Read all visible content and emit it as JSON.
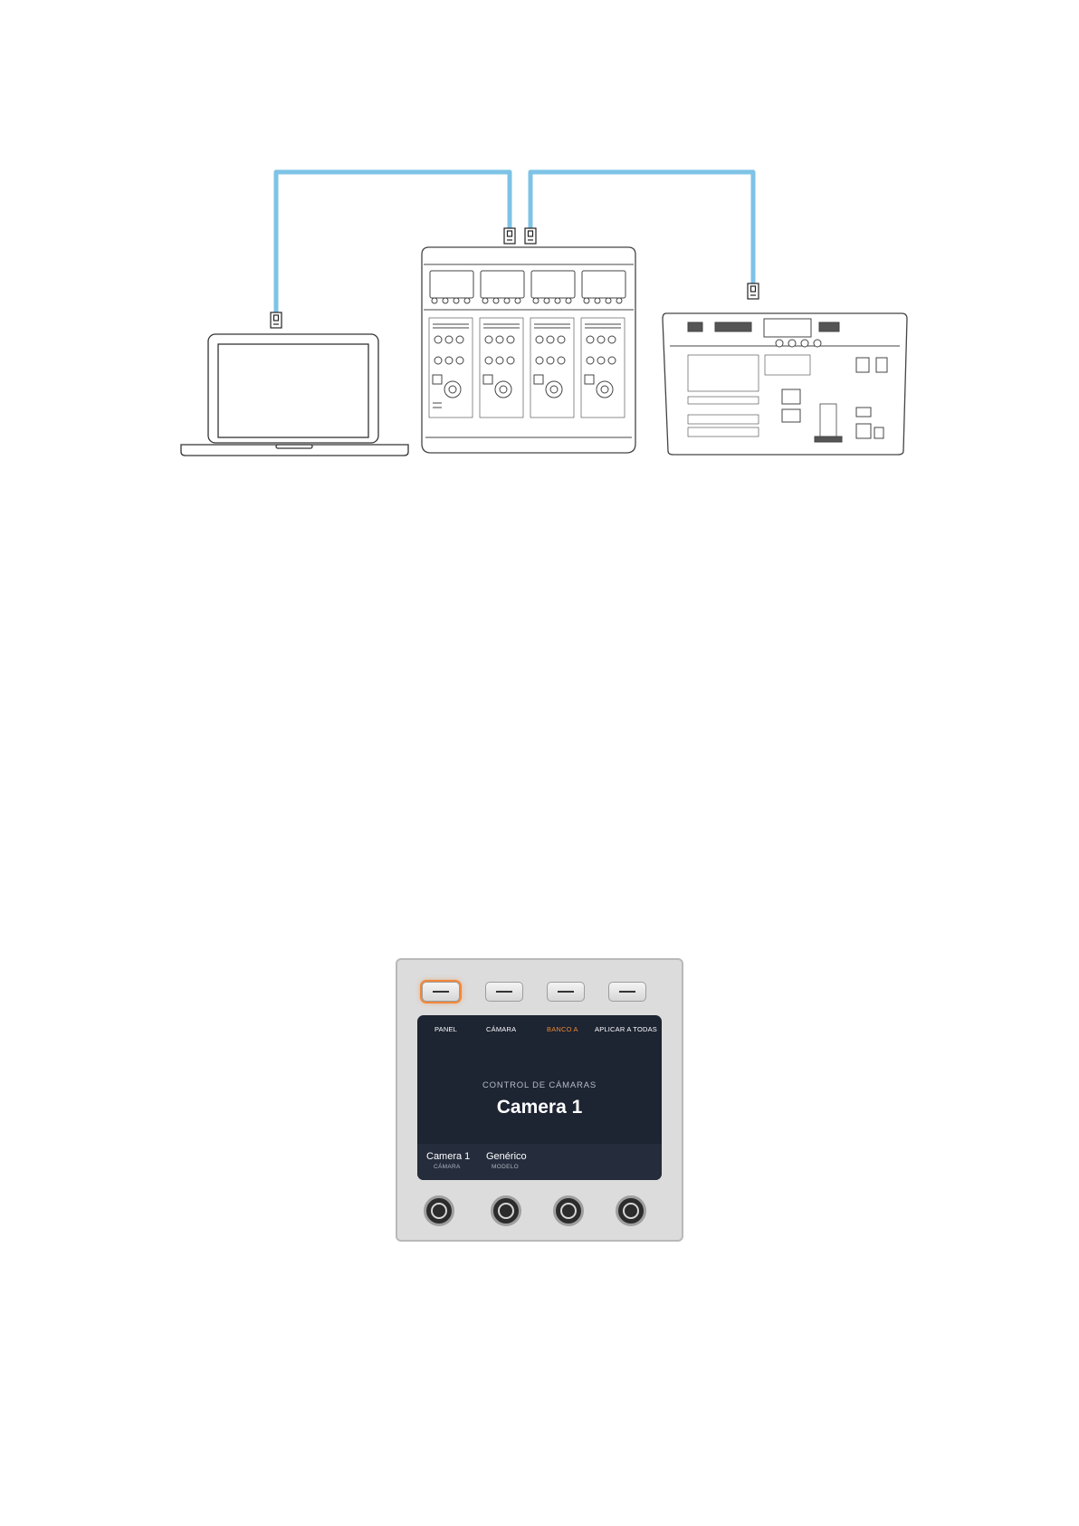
{
  "panel": {
    "soft_labels": [
      {
        "text": "PANEL",
        "highlight": false
      },
      {
        "text": "CÁMARA",
        "highlight": false
      },
      {
        "text": "BANCO A",
        "highlight": true
      },
      {
        "text": "APLICAR A TODAS",
        "highlight": false
      }
    ],
    "subtitle": "CONTROL DE CÁMARAS",
    "title": "Camera 1",
    "fields": [
      {
        "value": "Camera 1",
        "caption": "CÁMARA"
      },
      {
        "value": "Genérico",
        "caption": "MODELO"
      }
    ],
    "active_button": 0,
    "colors": {
      "highlight": "#e88733",
      "cable": "#7ec3e6",
      "lcd_bg": "#1d2432"
    }
  },
  "icons": {
    "ethernet_port": "ethernet-port-icon",
    "laptop": "laptop-icon",
    "control_panel": "camera-control-panel-icon",
    "switcher": "switcher-icon"
  }
}
